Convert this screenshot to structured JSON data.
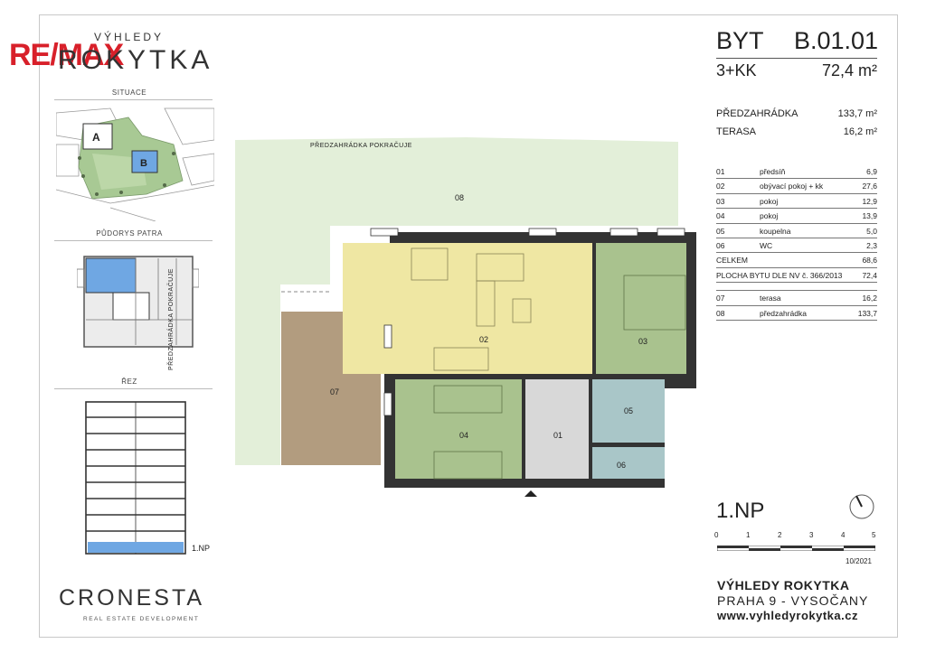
{
  "brand": {
    "remax_logo": "RE/MAX",
    "project_logo_top": "VÝHLEDY",
    "project_logo_main": "ROKYTKA",
    "developer": "CRONESTA",
    "developer_sub": "REAL ESTATE DEVELOPMENT"
  },
  "left_panels": {
    "situace": "SITUACE",
    "pudorys": "PŮDORYS PATRA",
    "rez": "ŘEZ",
    "situace_labels": [
      "A",
      "B"
    ],
    "rez_floor": "1.NP"
  },
  "unit": {
    "label": "BYT",
    "code": "B.01.01",
    "layout": "3+KK",
    "area": "72,4 m²"
  },
  "extras": [
    {
      "label": "PŘEDZAHRÁDKA",
      "value": "133,7 m²"
    },
    {
      "label": "TERASA",
      "value": "16,2 m²"
    }
  ],
  "rooms": [
    {
      "num": "01",
      "name": "předsíň",
      "area": "6,9"
    },
    {
      "num": "02",
      "name": "obývací pokoj + kk",
      "area": "27,6"
    },
    {
      "num": "03",
      "name": "pokoj",
      "area": "12,9"
    },
    {
      "num": "04",
      "name": "pokoj",
      "area": "13,9"
    },
    {
      "num": "05",
      "name": "koupelna",
      "area": "5,0"
    },
    {
      "num": "06",
      "name": "WC",
      "area": "2,3"
    }
  ],
  "celkem": {
    "label": "CELKEM",
    "area": "68,6"
  },
  "plocha": {
    "label": "PLOCHA BYTU DLE NV č. 366/2013",
    "area": "72,4"
  },
  "outdoor": [
    {
      "num": "07",
      "name": "terasa",
      "area": "16,2"
    },
    {
      "num": "08",
      "name": "předzahrádka",
      "area": "133,7"
    }
  ],
  "plan": {
    "garden_label": "PŘEDZAHRÁDKA POKRAČUJE",
    "garden_label_side": "PŘEDZAHRÁDKA POKRAČUJE",
    "room_labels": [
      "08",
      "02",
      "03",
      "07",
      "04",
      "01",
      "05",
      "06"
    ]
  },
  "floor": "1.NP",
  "scale": [
    "0",
    "1",
    "2",
    "3",
    "4",
    "5"
  ],
  "date": "10/2021",
  "footer": {
    "name": "VÝHLEDY ROKYTKA",
    "location": "PRAHA 9  -  VYSOČANY",
    "web": "www.vyhledyrokytka.cz"
  },
  "colors": {
    "garden": "#e3efd9",
    "living": "#efe7a3",
    "bedroom": "#a9c28e",
    "terrace": "#b29c7f",
    "hall": "#d8d8d8",
    "bath": "#a9c6c8",
    "remax_red": "#d8202a",
    "accent_blue": "#6fa7e3"
  }
}
